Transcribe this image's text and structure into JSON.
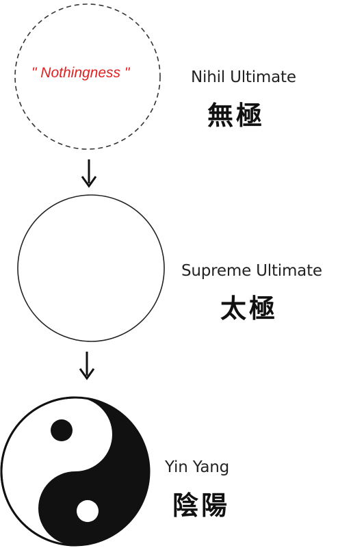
{
  "stages": [
    {
      "inner_text": "\" Nothingness \"",
      "label_en": "Nihil Ultimate",
      "label_zh": "無極",
      "style": "dashed-circle"
    },
    {
      "label_en": "Supreme Ultimate",
      "label_zh": "太極",
      "style": "solid-circle"
    },
    {
      "label_en": "Yin Yang",
      "label_zh": "陰陽",
      "style": "yin-yang-symbol"
    }
  ],
  "colors": {
    "inner_text": "#e02020",
    "ink": "#111111"
  }
}
